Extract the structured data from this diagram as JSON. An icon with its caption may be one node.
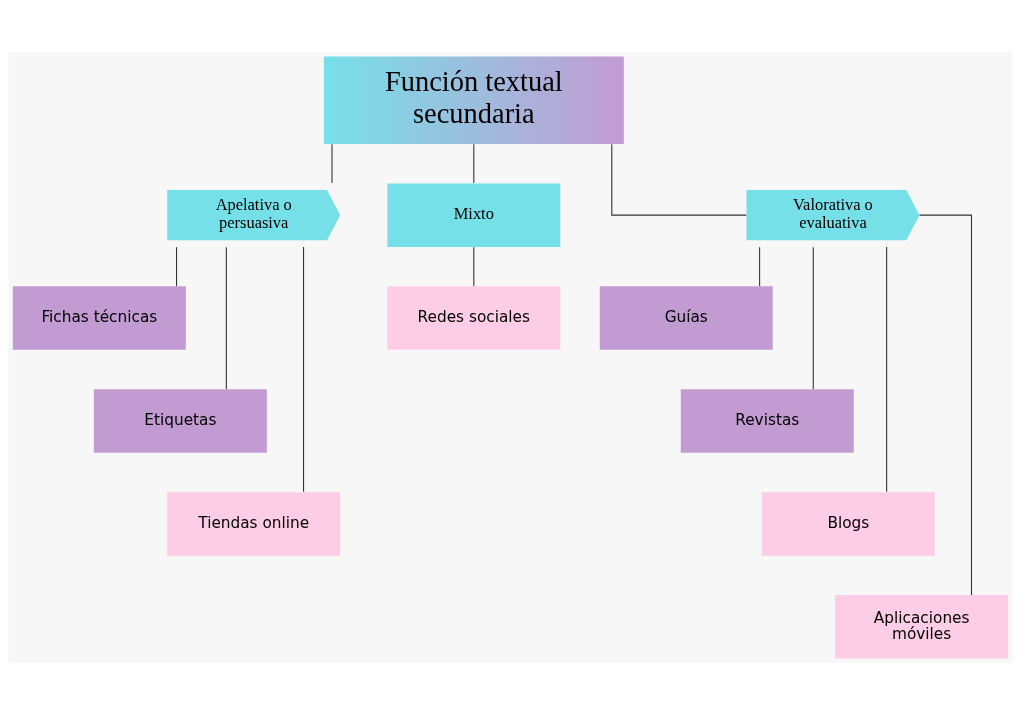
{
  "diagram": {
    "nodes": [
      {
        "text": [
          "Función textual secundaria"
        ]
      },
      {
        "text": [
          "Apelativa o persuasiva"
        ]
      },
      {
        "text": [
          "Mixto"
        ]
      },
      {
        "text": [
          "Valorativa o evaluativa"
        ]
      },
      {
        "text": [
          "Fichas técnicas"
        ]
      },
      {
        "text": [
          "Etiquetas"
        ]
      },
      {
        "text": [
          "Tiendas online"
        ]
      },
      {
        "text": [
          "Redes sociales"
        ]
      },
      {
        "text": [
          "Guías"
        ]
      },
      {
        "text": [
          "Revistas"
        ]
      },
      {
        "text": [
          "Blogs"
        ]
      },
      {
        "text": [
          "Aplicaciones móviles"
        ]
      }
    ],
    "edges": [
      {
        "from": 0,
        "to": 1,
        "arrow": "none"
      },
      {
        "from": 0,
        "to": 2,
        "arrow": "none"
      },
      {
        "from": 0,
        "to": 3,
        "arrow": "none"
      },
      {
        "from": 1,
        "to": 4,
        "arrow": "none"
      },
      {
        "from": 1,
        "to": 5,
        "arrow": "none"
      },
      {
        "from": 1,
        "to": 6,
        "arrow": "none"
      },
      {
        "from": 2,
        "to": 7,
        "arrow": "none"
      },
      {
        "from": 3,
        "to": 8,
        "arrow": "none"
      },
      {
        "from": 3,
        "to": 9,
        "arrow": "none"
      },
      {
        "from": 3,
        "to": 10,
        "arrow": "none"
      },
      {
        "from": 3,
        "to": 11,
        "arrow": "none"
      }
    ]
  }
}
